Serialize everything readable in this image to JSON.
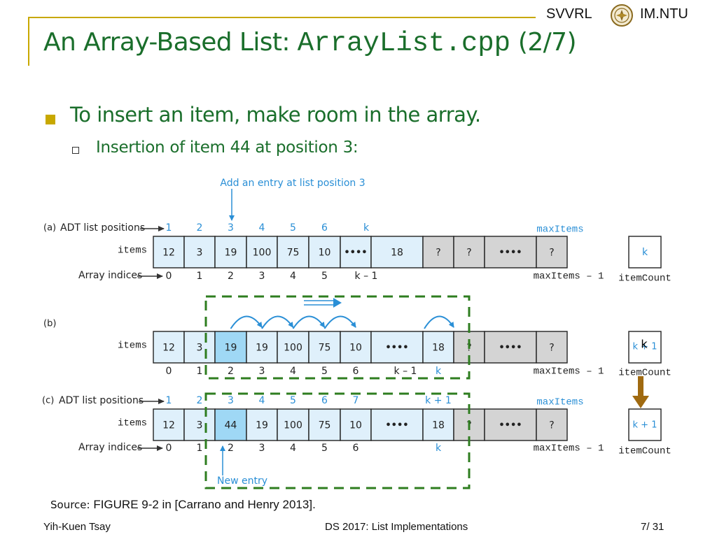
{
  "header": {
    "left_brand": "SVVRL",
    "right_brand": "IM.NTU",
    "title_prefix": "An Array-Based List: ",
    "title_code": "ArrayList.cpp",
    "title_suffix": " (2/7)"
  },
  "bullets": {
    "level1": "To insert an item, make room in the array.",
    "level2": "Insertion of item 44 at position 3:"
  },
  "diagram": {
    "add_entry_label": "Add an entry at list position 3",
    "new_entry_label": "New entry",
    "row_a": {
      "tag": "(a)",
      "positions_label": "ADT list positions",
      "items_label": "items",
      "indices_label": "Array indices",
      "positions": [
        "1",
        "2",
        "3",
        "4",
        "5",
        "6",
        "k"
      ],
      "cells": [
        "12",
        "3",
        "19",
        "100",
        "75",
        "10",
        "••••",
        "18",
        "?",
        "?",
        "••••",
        "?"
      ],
      "indices": [
        "0",
        "1",
        "2",
        "3",
        "4",
        "5",
        "k – 1"
      ],
      "max_top": "maxItems",
      "max_bottom": "maxItems – 1",
      "count_value": "k",
      "count_label": "itemCount"
    },
    "row_b": {
      "tag": "(b)",
      "items_label": "items",
      "cells": [
        "12",
        "3",
        "19",
        "19",
        "100",
        "75",
        "10",
        "••••",
        "18",
        "?",
        "••••",
        "?"
      ],
      "indices": [
        "0",
        "1",
        "2",
        "3",
        "4",
        "5",
        "6",
        "k – 1",
        "k"
      ],
      "max_bottom": "maxItems – 1",
      "count_value": "k + 1",
      "count_overlay": "k",
      "count_label": "itemCount"
    },
    "row_c": {
      "tag": "(c)",
      "positions_label": "ADT list positions",
      "items_label": "items",
      "indices_label": "Array indices",
      "positions": [
        "1",
        "2",
        "3",
        "4",
        "5",
        "6",
        "7",
        "k + 1"
      ],
      "cells": [
        "12",
        "3",
        "44",
        "19",
        "100",
        "75",
        "10",
        "••••",
        "18",
        "?",
        "••••",
        "?"
      ],
      "indices": [
        "0",
        "1",
        "2",
        "3",
        "4",
        "5",
        "6",
        "k"
      ],
      "max_top": "maxItems",
      "max_bottom": "maxItems – 1",
      "count_value": "k + 1",
      "count_label": "itemCount"
    }
  },
  "source": {
    "label": "Source:",
    "text": "FIGURE 9-2 in [Carrano and Henry 2013]."
  },
  "footer": {
    "author": "Yih-Kuen Tsay",
    "course": "DS 2017: List Implementations",
    "page": "7",
    "total": "31",
    "separator": "/"
  },
  "colors": {
    "title_green": "#1a6e2b",
    "gold": "#c8a800",
    "diagram_blue": "#2a8fd6",
    "cell_light": "#dff0fb",
    "cell_highlight": "#9fd8f5",
    "cell_gray": "#d4d4d4",
    "dashed_green": "#2e7d1f",
    "down_arrow": "#a06a10"
  }
}
